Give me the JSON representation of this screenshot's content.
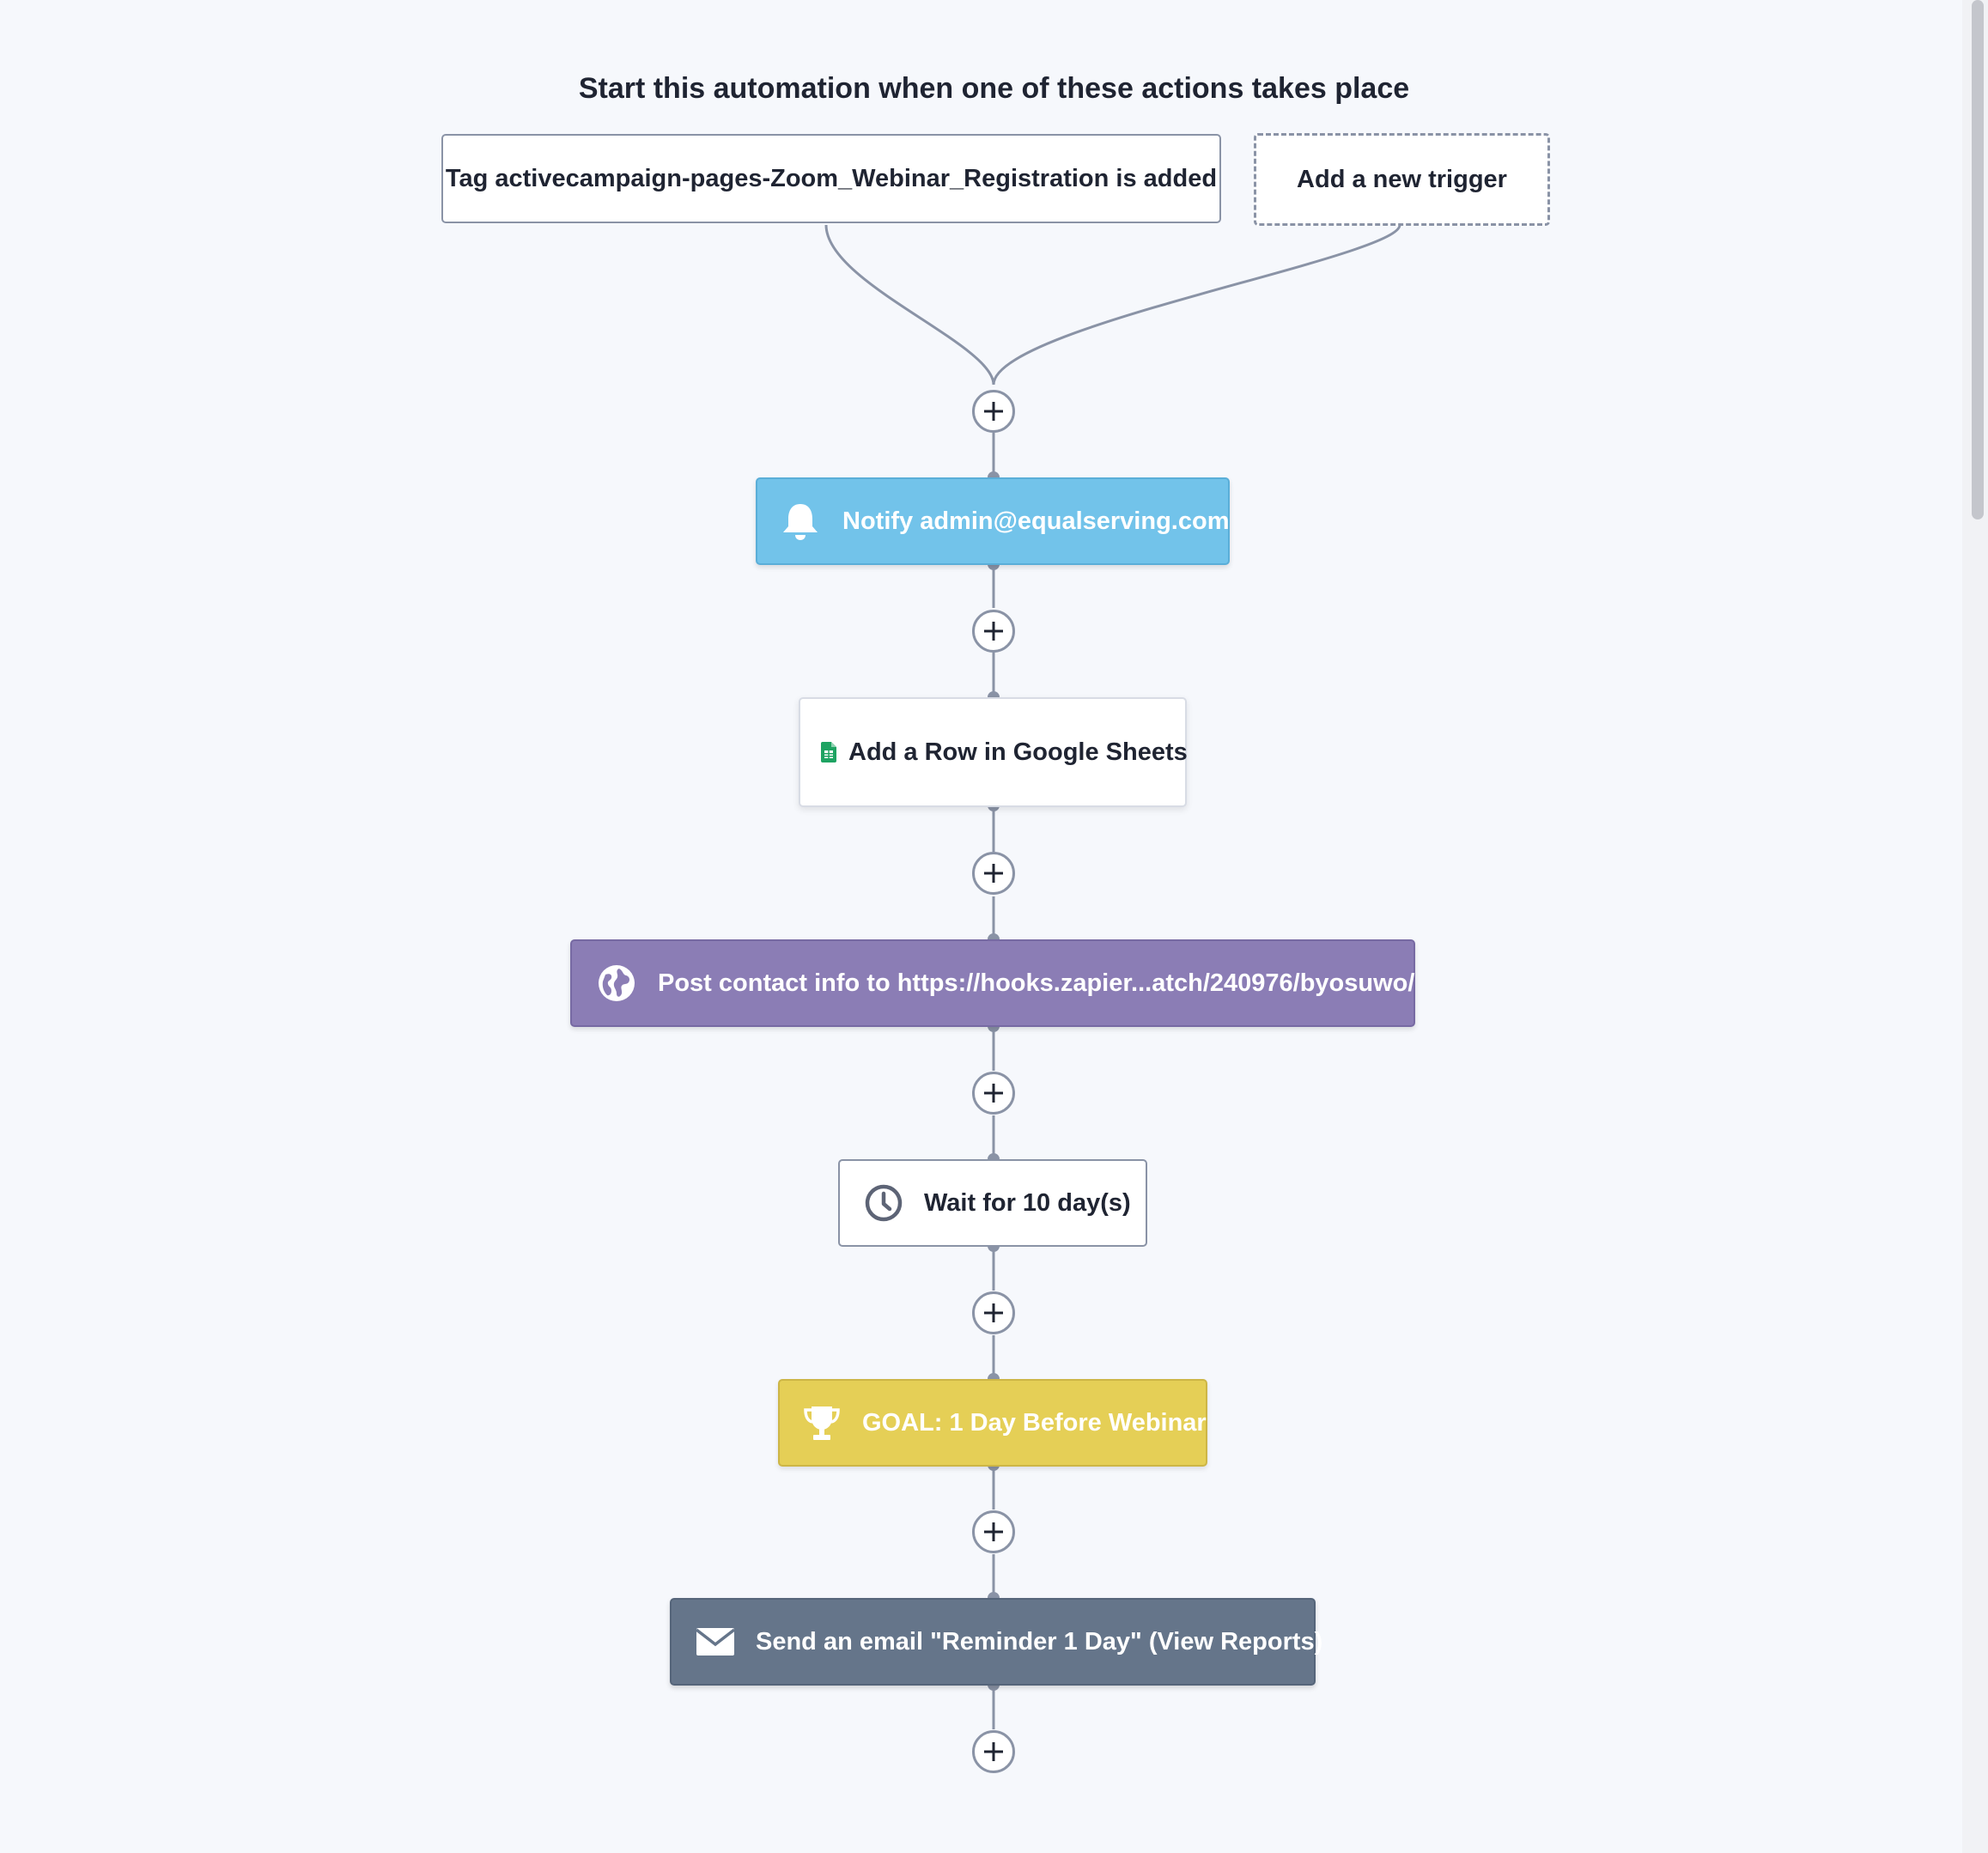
{
  "heading": "Start this automation when one of these actions takes place",
  "triggers": [
    {
      "label": "Tag activecampaign-pages-Zoom_Webinar_Registration is added"
    },
    {
      "label": "Add a new trigger"
    }
  ],
  "actions": [
    {
      "label": "Notify admin@equalserving.com",
      "icon": "bell-icon",
      "color": "#72c3ea"
    },
    {
      "label": "Add a Row in Google Sheets",
      "icon": "google-sheets-icon",
      "color": "#ffffff"
    },
    {
      "label": "Post contact info to https://hooks.zapier...atch/240976/byosuwo/",
      "icon": "globe-icon",
      "color": "#8b7db5"
    },
    {
      "label": "Wait for 10 day(s)",
      "icon": "clock-icon",
      "color": "#ffffff"
    },
    {
      "label": "GOAL: 1 Day Before Webinar",
      "icon": "trophy-icon",
      "color": "#e5cf56"
    },
    {
      "label": "Send an email \"Reminder 1 Day\" (View Reports)",
      "icon": "envelope-icon",
      "color": "#65758a"
    }
  ],
  "add_step_icon": "plus-icon",
  "colors": {
    "background": "#f6f8fc",
    "connector": "#8a93a6"
  }
}
